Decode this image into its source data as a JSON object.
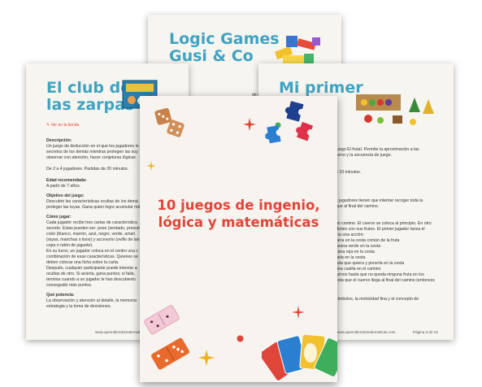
{
  "back_page": {
    "title_line1": "Logic Games",
    "title_line2": "Gusi & Co",
    "snippet": "de usando piezas"
  },
  "left_page": {
    "title_line1": "El club de",
    "title_line2": "las zarpas",
    "link": "Ver en la tienda",
    "desc_heading": "Descripción:",
    "desc_lines": [
      "Un juego de deducción en el que los jugadores in",
      "secretos de los demás mientras protegen las suy",
      "observar con atención, hacer conjeturas lógicas"
    ],
    "players": "De 2 a 4 jugadores. Partidas de 20 minutos.",
    "age_heading": "Edad recomendada:",
    "age": "A partir de 7 años.",
    "goal_heading": "Objetivo del juego:",
    "goal_lines": [
      "Descubrir las características ocultas de los demá",
      "proteger las tuyas. Gana quien logre acumular má"
    ],
    "howto_heading": "Cómo jugar:",
    "howto_lines": [
      "Cada jugador recibe tres cartas de característica",
      "secreto. Estas pueden ser: pose (sentado, presum",
      "color (blanco, marrón, azul, negro, verde, amari",
      "(rayas, manchas o lisos) y accesorio (ovillo de lan",
      "copa o ratón de juguete).",
      "En su turno, un jugador coloca en el centro una c",
      "combinación de esas características. Quienes se",
      "deben colocar una ficha sobre la carta.",
      "Después, cualquier participante puede intentar a",
      "ocultas de otro. Si acierta, gana puntos; si falla,",
      "termina cuando a un jugador le han descubierto",
      "conseguido más puntos."
    ],
    "power_heading": "Qué potencia:",
    "power_lines": [
      "La observación y atención al detalle, la memoria",
      "estrategia y la toma de decisiones."
    ],
    "footer": "www.aprendiendomatematicas.com"
  },
  "right_page": {
    "title_line1": "Mi primer",
    "lines_a": [
      "juego El frutal. Permite la aproximación a las",
      "turno y la secuencia de juego."
    ],
    "line_b": "e 10 minutos.",
    "lines_c": [
      "s jugadores tienen que intentar recoger toda la",
      "gue al final del camino."
    ],
    "lines_d": [
      "un camino. El cuervo se coloca al principio. En otro",
      "rboles con sus frutos. El primer jugador lanza el",
      "lna una acción:",
      "pera en la cesta común de la fruta",
      "nzana verde en la cesta",
      "zana roja en la cesta",
      "uela en la cesta",
      "ruta que quiera y ponerla en la cesta",
      "una casilla en el camino",
      "turnos hasta que no queda ninguna fruta en los",
      "esta que el cuervo llega al final del camino (entonces"
    ],
    "line_e": "símbolos, la motricidad fina y el concepto de",
    "footer": "www.aprendiendomatematicas.com",
    "page_num": "Página 3 de 12"
  },
  "cover": {
    "title_line1": "10 juegos de ingenio,",
    "title_line2": "lógica y matemáticas"
  },
  "colors": {
    "teal": "#3fa3c2",
    "red": "#e0453a",
    "paper": "#f7f5f0"
  }
}
